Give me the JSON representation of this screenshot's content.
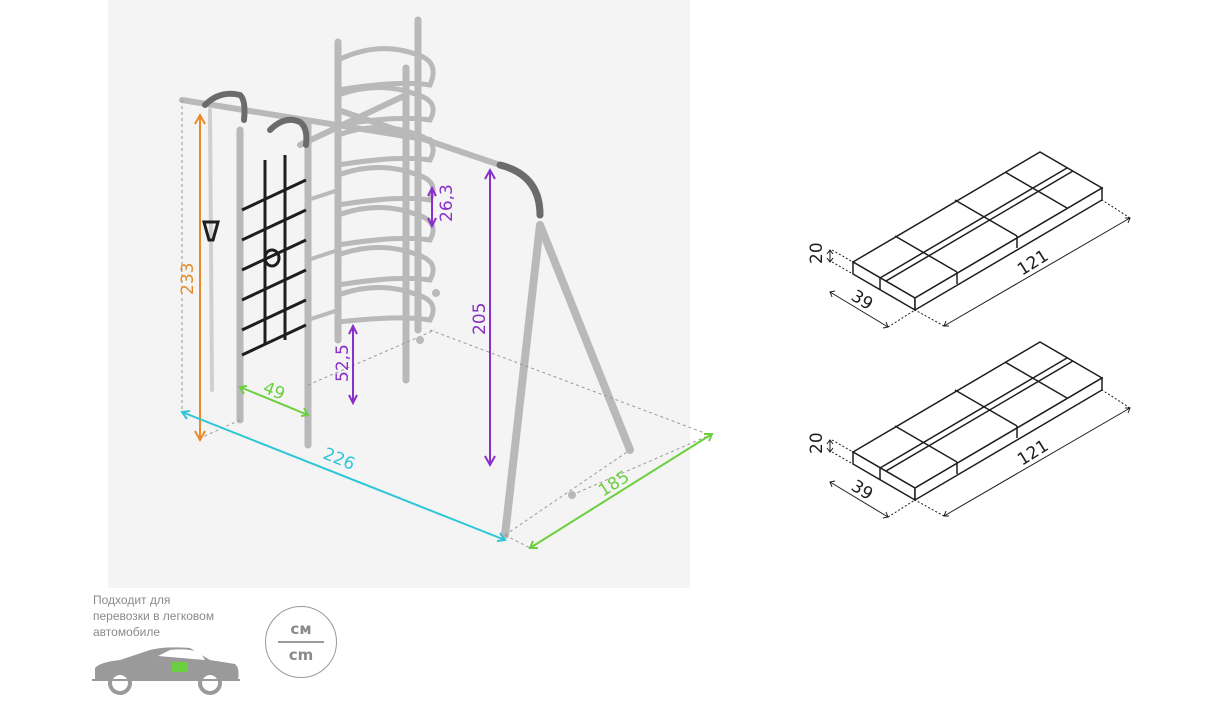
{
  "structure": {
    "dims": {
      "height_total": "233",
      "height_swing": "205",
      "step_spacing": "26,3",
      "bottom_step": "52,5",
      "net_width": "49",
      "length": "226",
      "depth": "185"
    }
  },
  "packages": [
    {
      "height": "20",
      "width": "39",
      "length": "121"
    },
    {
      "height": "20",
      "width": "39",
      "length": "121"
    }
  ],
  "transport_note": [
    "Подходит для",
    "перевозки в легковом",
    "автомобиле"
  ],
  "units": {
    "top": "см",
    "bottom": "cm"
  },
  "colors": {
    "orange": "#e88a2a",
    "purple": "#8a2fc9",
    "green": "#6ccf3f",
    "cyan": "#2ec6d6",
    "frame": "#b9b9b9",
    "net": "#1e1e1e",
    "grey_panel": "#f4f4f4"
  }
}
